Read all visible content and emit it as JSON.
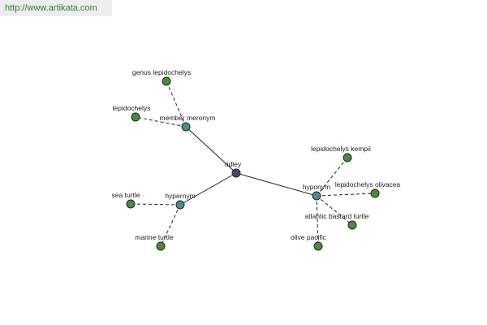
{
  "banner": {
    "url": "http://www.artikata.com"
  },
  "colors": {
    "center": "#3a4a8c",
    "relation": "#4a8f8f",
    "leaf": "#4a8a3c"
  },
  "graph": {
    "center": {
      "id": "ridley",
      "label": "ridley"
    },
    "relations": [
      {
        "id": "member-meronym",
        "label": "member meronym"
      },
      {
        "id": "hypernym",
        "label": "hypernym"
      },
      {
        "id": "hyponym",
        "label": "hyponym"
      }
    ],
    "leaves": [
      {
        "id": "genus-lepidochelys",
        "label": "genus lepidochelys",
        "parent": "member-meronym"
      },
      {
        "id": "lepidochelys",
        "label": "lepidochelys",
        "parent": "member-meronym"
      },
      {
        "id": "sea-turtle",
        "label": "sea turtle",
        "parent": "hypernym"
      },
      {
        "id": "marine-turtle",
        "label": "marine turtle",
        "parent": "hypernym"
      },
      {
        "id": "lepidochelys-kempii",
        "label": "lepidochelys kempii",
        "parent": "hyponym"
      },
      {
        "id": "lepidochelys-olivacea",
        "label": "lepidochelys olivacea",
        "parent": "hyponym"
      },
      {
        "id": "atlantic-bastard-turtle",
        "label": "atlantic bastard turtle",
        "parent": "hyponym"
      },
      {
        "id": "olive-pacific",
        "label": "olive pacific",
        "parent": "hyponym"
      }
    ]
  }
}
